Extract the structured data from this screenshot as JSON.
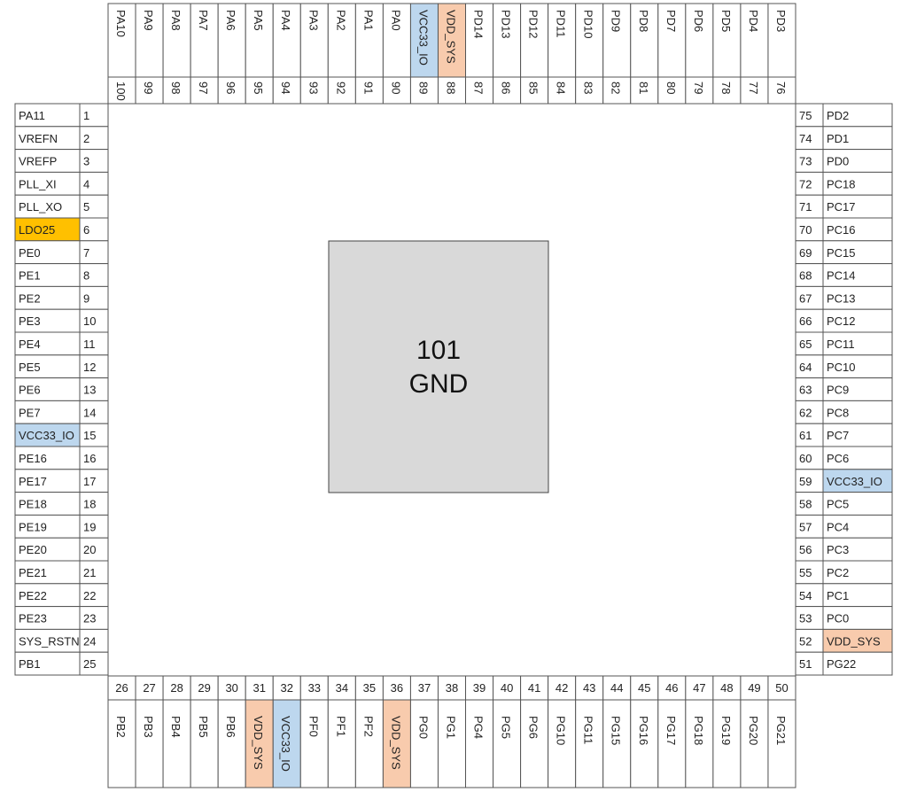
{
  "colors": {
    "default": "#ffffff",
    "io": "#bdd7ee",
    "sys": "#f8cbad",
    "ldo": "#ffc000",
    "pad": "#d9d9d9"
  },
  "center_pad": {
    "number": "101",
    "name": "GND"
  },
  "pins": {
    "left": [
      {
        "num": "1",
        "name": "PA11",
        "fill": "default"
      },
      {
        "num": "2",
        "name": "VREFN",
        "fill": "default"
      },
      {
        "num": "3",
        "name": "VREFP",
        "fill": "default"
      },
      {
        "num": "4",
        "name": "PLL_XI",
        "fill": "default"
      },
      {
        "num": "5",
        "name": "PLL_XO",
        "fill": "default"
      },
      {
        "num": "6",
        "name": "LDO25",
        "fill": "ldo"
      },
      {
        "num": "7",
        "name": "PE0",
        "fill": "default"
      },
      {
        "num": "8",
        "name": "PE1",
        "fill": "default"
      },
      {
        "num": "9",
        "name": "PE2",
        "fill": "default"
      },
      {
        "num": "10",
        "name": "PE3",
        "fill": "default"
      },
      {
        "num": "11",
        "name": "PE4",
        "fill": "default"
      },
      {
        "num": "12",
        "name": "PE5",
        "fill": "default"
      },
      {
        "num": "13",
        "name": "PE6",
        "fill": "default"
      },
      {
        "num": "14",
        "name": "PE7",
        "fill": "default"
      },
      {
        "num": "15",
        "name": "VCC33_IO",
        "fill": "io"
      },
      {
        "num": "16",
        "name": "PE16",
        "fill": "default"
      },
      {
        "num": "17",
        "name": "PE17",
        "fill": "default"
      },
      {
        "num": "18",
        "name": "PE18",
        "fill": "default"
      },
      {
        "num": "19",
        "name": "PE19",
        "fill": "default"
      },
      {
        "num": "20",
        "name": "PE20",
        "fill": "default"
      },
      {
        "num": "21",
        "name": "PE21",
        "fill": "default"
      },
      {
        "num": "22",
        "name": "PE22",
        "fill": "default"
      },
      {
        "num": "23",
        "name": "PE23",
        "fill": "default"
      },
      {
        "num": "24",
        "name": "SYS_RSTN",
        "fill": "default"
      },
      {
        "num": "25",
        "name": "PB1",
        "fill": "default"
      }
    ],
    "bottom": [
      {
        "num": "26",
        "name": "PB2",
        "fill": "default"
      },
      {
        "num": "27",
        "name": "PB3",
        "fill": "default"
      },
      {
        "num": "28",
        "name": "PB4",
        "fill": "default"
      },
      {
        "num": "29",
        "name": "PB5",
        "fill": "default"
      },
      {
        "num": "30",
        "name": "PB6",
        "fill": "default"
      },
      {
        "num": "31",
        "name": "VDD_SYS",
        "fill": "sys"
      },
      {
        "num": "32",
        "name": "VCC33_IO",
        "fill": "io"
      },
      {
        "num": "33",
        "name": "PF0",
        "fill": "default"
      },
      {
        "num": "34",
        "name": "PF1",
        "fill": "default"
      },
      {
        "num": "35",
        "name": "PF2",
        "fill": "default"
      },
      {
        "num": "36",
        "name": "VDD_SYS",
        "fill": "sys"
      },
      {
        "num": "37",
        "name": "PG0",
        "fill": "default"
      },
      {
        "num": "38",
        "name": "PG1",
        "fill": "default"
      },
      {
        "num": "39",
        "name": "PG4",
        "fill": "default"
      },
      {
        "num": "40",
        "name": "PG5",
        "fill": "default"
      },
      {
        "num": "41",
        "name": "PG6",
        "fill": "default"
      },
      {
        "num": "42",
        "name": "PG10",
        "fill": "default"
      },
      {
        "num": "43",
        "name": "PG11",
        "fill": "default"
      },
      {
        "num": "44",
        "name": "PG15",
        "fill": "default"
      },
      {
        "num": "45",
        "name": "PG16",
        "fill": "default"
      },
      {
        "num": "46",
        "name": "PG17",
        "fill": "default"
      },
      {
        "num": "47",
        "name": "PG18",
        "fill": "default"
      },
      {
        "num": "48",
        "name": "PG19",
        "fill": "default"
      },
      {
        "num": "49",
        "name": "PG20",
        "fill": "default"
      },
      {
        "num": "50",
        "name": "PG21",
        "fill": "default"
      }
    ],
    "right": [
      {
        "num": "75",
        "name": "PD2",
        "fill": "default"
      },
      {
        "num": "74",
        "name": "PD1",
        "fill": "default"
      },
      {
        "num": "73",
        "name": "PD0",
        "fill": "default"
      },
      {
        "num": "72",
        "name": "PC18",
        "fill": "default"
      },
      {
        "num": "71",
        "name": "PC17",
        "fill": "default"
      },
      {
        "num": "70",
        "name": "PC16",
        "fill": "default"
      },
      {
        "num": "69",
        "name": "PC15",
        "fill": "default"
      },
      {
        "num": "68",
        "name": "PC14",
        "fill": "default"
      },
      {
        "num": "67",
        "name": "PC13",
        "fill": "default"
      },
      {
        "num": "66",
        "name": "PC12",
        "fill": "default"
      },
      {
        "num": "65",
        "name": "PC11",
        "fill": "default"
      },
      {
        "num": "64",
        "name": "PC10",
        "fill": "default"
      },
      {
        "num": "63",
        "name": "PC9",
        "fill": "default"
      },
      {
        "num": "62",
        "name": "PC8",
        "fill": "default"
      },
      {
        "num": "61",
        "name": "PC7",
        "fill": "default"
      },
      {
        "num": "60",
        "name": "PC6",
        "fill": "default"
      },
      {
        "num": "59",
        "name": "VCC33_IO",
        "fill": "io"
      },
      {
        "num": "58",
        "name": "PC5",
        "fill": "default"
      },
      {
        "num": "57",
        "name": "PC4",
        "fill": "default"
      },
      {
        "num": "56",
        "name": "PC3",
        "fill": "default"
      },
      {
        "num": "55",
        "name": "PC2",
        "fill": "default"
      },
      {
        "num": "54",
        "name": "PC1",
        "fill": "default"
      },
      {
        "num": "53",
        "name": "PC0",
        "fill": "default"
      },
      {
        "num": "52",
        "name": "VDD_SYS",
        "fill": "sys"
      },
      {
        "num": "51",
        "name": "PG22",
        "fill": "default"
      }
    ],
    "top": [
      {
        "num": "100",
        "name": "PA10",
        "fill": "default"
      },
      {
        "num": "99",
        "name": "PA9",
        "fill": "default"
      },
      {
        "num": "98",
        "name": "PA8",
        "fill": "default"
      },
      {
        "num": "97",
        "name": "PA7",
        "fill": "default"
      },
      {
        "num": "96",
        "name": "PA6",
        "fill": "default"
      },
      {
        "num": "95",
        "name": "PA5",
        "fill": "default"
      },
      {
        "num": "94",
        "name": "PA4",
        "fill": "default"
      },
      {
        "num": "93",
        "name": "PA3",
        "fill": "default"
      },
      {
        "num": "92",
        "name": "PA2",
        "fill": "default"
      },
      {
        "num": "91",
        "name": "PA1",
        "fill": "default"
      },
      {
        "num": "90",
        "name": "PA0",
        "fill": "default"
      },
      {
        "num": "89",
        "name": "VCC33_IO",
        "fill": "io"
      },
      {
        "num": "88",
        "name": "VDD_SYS",
        "fill": "sys"
      },
      {
        "num": "87",
        "name": "PD14",
        "fill": "default"
      },
      {
        "num": "86",
        "name": "PD13",
        "fill": "default"
      },
      {
        "num": "85",
        "name": "PD12",
        "fill": "default"
      },
      {
        "num": "84",
        "name": "PD11",
        "fill": "default"
      },
      {
        "num": "83",
        "name": "PD10",
        "fill": "default"
      },
      {
        "num": "82",
        "name": "PD9",
        "fill": "default"
      },
      {
        "num": "81",
        "name": "PD8",
        "fill": "default"
      },
      {
        "num": "80",
        "name": "PD7",
        "fill": "default"
      },
      {
        "num": "79",
        "name": "PD6",
        "fill": "default"
      },
      {
        "num": "78",
        "name": "PD5",
        "fill": "default"
      },
      {
        "num": "77",
        "name": "PD4",
        "fill": "default"
      },
      {
        "num": "76",
        "name": "PD3",
        "fill": "default"
      }
    ]
  }
}
